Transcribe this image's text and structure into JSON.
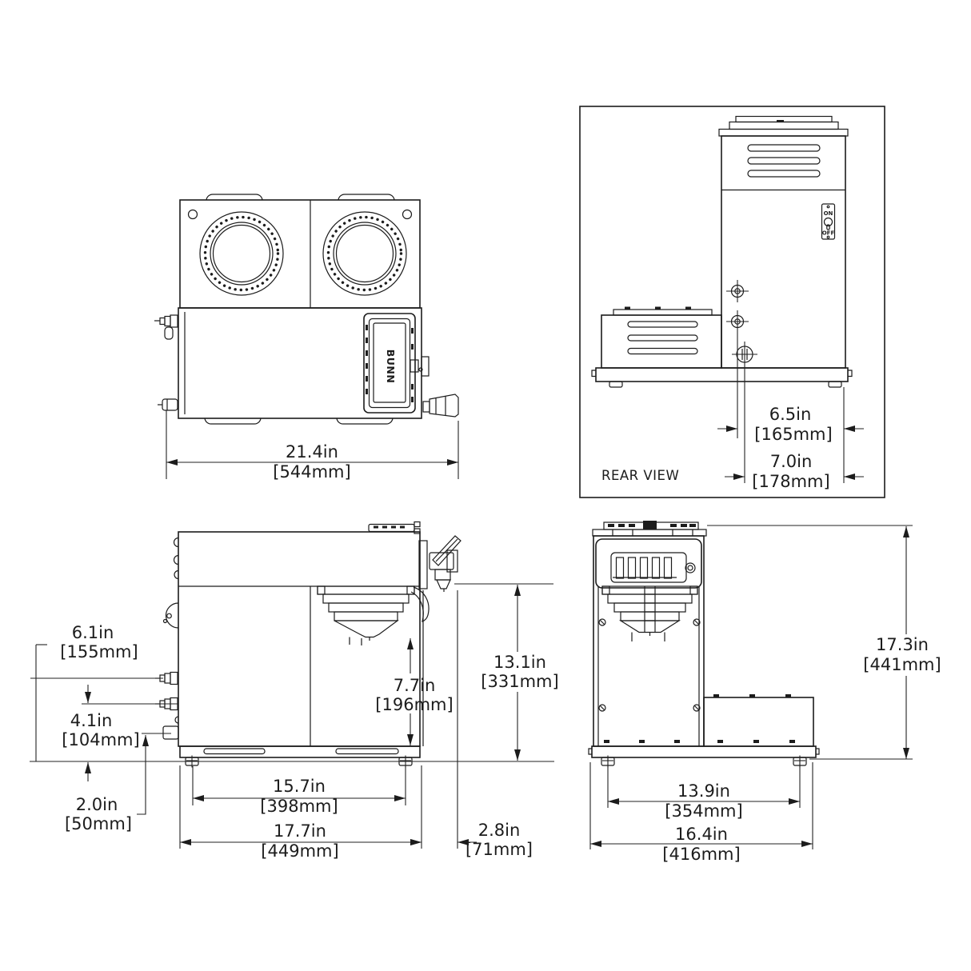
{
  "views": {
    "top": {
      "brand": "BUNN",
      "dim_overall_width": {
        "in": "21.4in",
        "mm": "[544mm]"
      }
    },
    "rear": {
      "label": "REAR VIEW",
      "power_switch": {
        "on": "ON",
        "off": "OFF"
      },
      "dim_fitting_offset": {
        "in": "6.5in",
        "mm": "[165mm]"
      },
      "dim_drain_offset": {
        "in": "7.0in",
        "mm": "[178mm]"
      }
    },
    "side": {
      "dim_top_fitting_height": {
        "in": "6.1in",
        "mm": "[155mm]"
      },
      "dim_mid_fitting_height": {
        "in": "4.1in",
        "mm": "[104mm]"
      },
      "dim_low_fitting_height": {
        "in": "2.0in",
        "mm": "[50mm]"
      },
      "dim_funnel_clearance": {
        "in": "7.7in",
        "mm": "[196mm]"
      },
      "dim_faucet_height": {
        "in": "13.1in",
        "mm": "[331mm]"
      },
      "dim_feet_spacing": {
        "in": "15.7in",
        "mm": "[398mm]"
      },
      "dim_overall_depth": {
        "in": "17.7in",
        "mm": "[449mm]"
      },
      "dim_faucet_overhang": {
        "in": "2.8in",
        "mm": "[71mm]"
      }
    },
    "front": {
      "dim_overall_height": {
        "in": "17.3in",
        "mm": "[441mm]"
      },
      "dim_feet_spacing": {
        "in": "13.9in",
        "mm": "[354mm]"
      },
      "dim_overall_width": {
        "in": "16.4in",
        "mm": "[416mm]"
      }
    }
  }
}
